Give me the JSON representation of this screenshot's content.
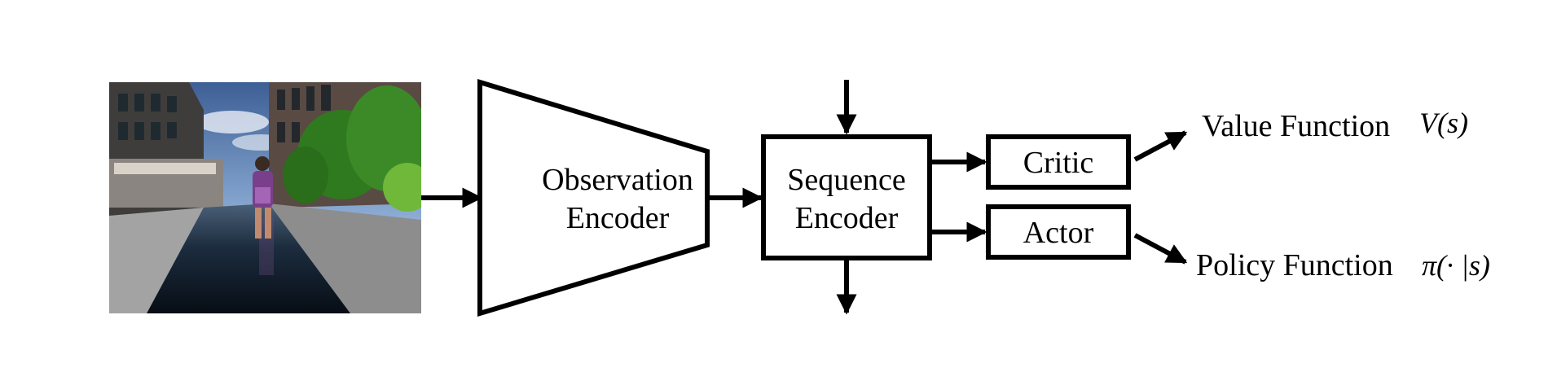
{
  "diagram": {
    "blocks": {
      "observation_encoder": {
        "line1": "Observation",
        "line2": "Encoder"
      },
      "sequence_encoder": {
        "line1": "Sequence",
        "line2": "Encoder"
      },
      "critic": {
        "label": "Critic"
      },
      "actor": {
        "label": "Actor"
      }
    },
    "outputs": {
      "value": {
        "label": "Value Function",
        "math": "V(s)"
      },
      "policy": {
        "label": "Policy Function",
        "math": "π(· |s)"
      }
    },
    "colors": {
      "stroke": "#000000",
      "sky": "#6f93c4",
      "water": "#0d1b2a",
      "trees": "#2f7a1f",
      "buildings": "#4a4744"
    }
  }
}
